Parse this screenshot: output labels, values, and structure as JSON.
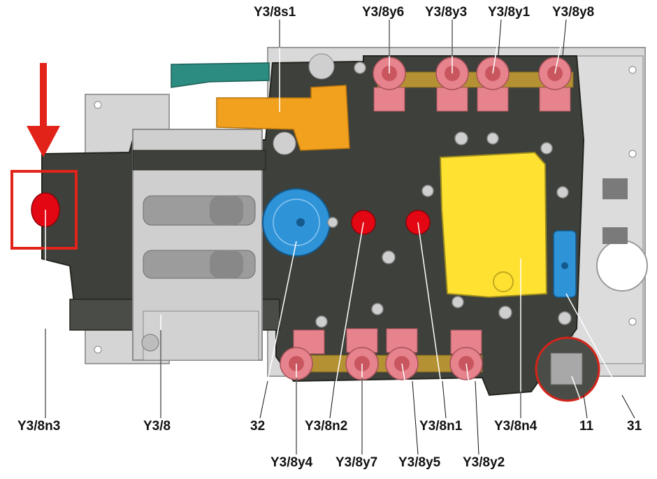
{
  "labels": {
    "y38s1": "Y3/8s1",
    "y38y6": "Y3/8y6",
    "y38y3": "Y3/8y3",
    "y38y1": "Y3/8y1",
    "y38y8": "Y3/8y8",
    "y38n3": "Y3/8n3",
    "y38": "Y3/8",
    "n32": "32",
    "y38n2": "Y3/8n2",
    "y38n1": "Y3/8n1",
    "y38n4": "Y3/8n4",
    "n11": "11",
    "n31": "31",
    "y38y4": "Y3/8y4",
    "y38y7": "Y3/8y7",
    "y38y5": "Y3/8y5",
    "y38y2": "Y3/8y2"
  },
  "colors": {
    "board": "#3d403b",
    "plate": "#d8d8d8",
    "solenoid": "#e6838c",
    "orange": "#f2a11f",
    "yellow": "#ffe132",
    "blue": "#2f93d8",
    "red_sensor": "#e30613",
    "teal": "#2c8c82",
    "highlight": "#e2231a"
  }
}
